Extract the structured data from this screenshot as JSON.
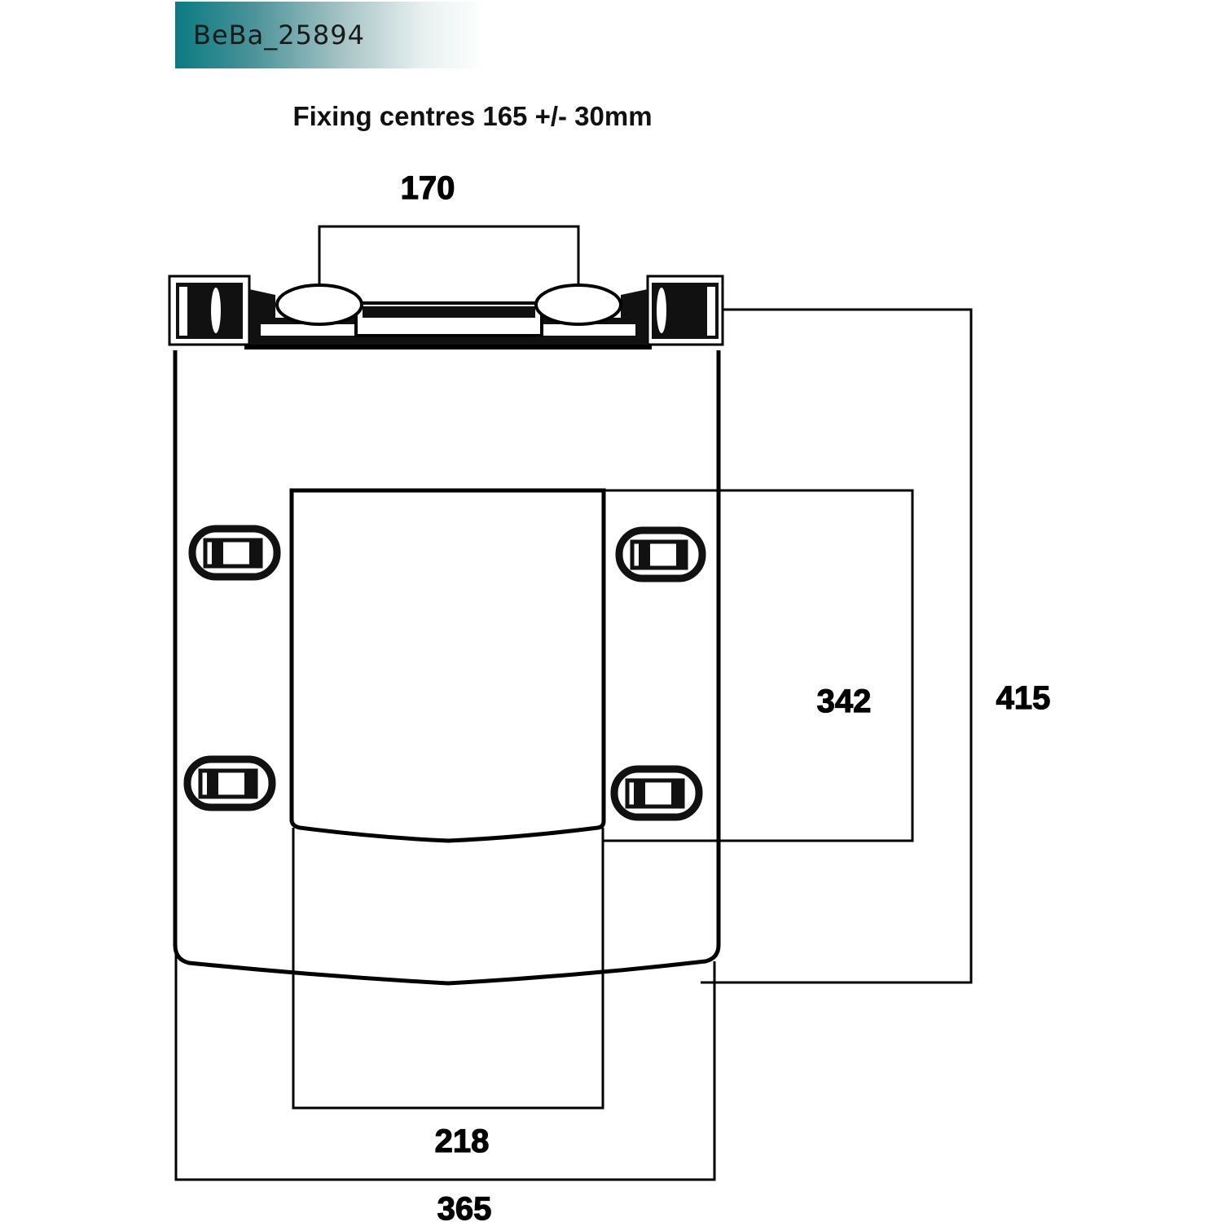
{
  "product_code": "BeBa_25894",
  "title": "Fixing centres 165 +/- 30mm",
  "dimensions": {
    "hinge_centres": "170",
    "lid_length": "342",
    "seat_length": "415",
    "lid_width": "218",
    "seat_width": "365"
  },
  "colors": {
    "badge_start": "#0b7a82",
    "line": "#000000"
  }
}
